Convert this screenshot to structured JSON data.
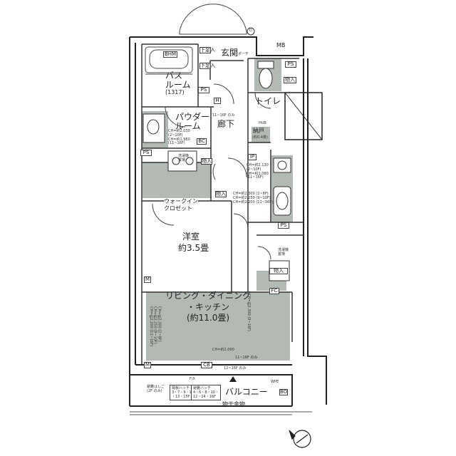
{
  "rooms": {
    "genkan": "玄関",
    "bath": "バス\nルーム",
    "bath_size": "(1317)",
    "powder": "パウダー\nルーム",
    "toilet": "トイレ",
    "hallway": "廊下",
    "western": "洋室",
    "western_size": "約3.5畳",
    "ldk": "リビング・ダイニング\n・キッチン",
    "ldk_size": "(約11.0畳)",
    "balcony": "バルコニー",
    "walkin": "ウォークイン\nクロゼット",
    "storage": "納戸",
    "storage_size": "(約0.4畳)"
  },
  "tags": {
    "bhm": "BHM",
    "mb": "MB",
    "ps": "PS",
    "h": "H",
    "bc": "BC",
    "m": "M",
    "cb": "CB",
    "fc": "FC",
    "d": "D",
    "ip": "IP",
    "hub": "HUB",
    "shoebox1": "下足入",
    "shoebox2": "下足入",
    "closet": "物入",
    "wpe": "WPE",
    "bo": "BO",
    "fx": "F/X",
    "washer": "洗濯機\n置場",
    "washer2": "洗濯機\n置場",
    "outdoor_stuff": "物干金物",
    "sunken": "ポーチ"
  },
  "notes": {
    "ch_powder": "CH=約2,030\n(2~10F)\nCH=約1,980\n(11~16F)",
    "ch_hall": "CH=約2,130\n(2~10F)\nCH=約2,080\n(11~16F)",
    "ch_closet": "CH=約2,300 (2~8F)\nCH=約2,250 (9~10F)\nCH=約2,200 (11~16F)",
    "ch_ldk": "CH=約2,090",
    "ch_ldk_left": "CH=約2,300 (2~8F)\nCH=約2,250 (9~10F)\nCH=約2,200 (11~16F)",
    "ch_ldk_right": "CH=約2,300 (9~16F)",
    "balcony_note1": "避難はしご\n(2F のみ)",
    "balcony_note2": "隔板ハッチ\n3・7・9・11\n・13・15F",
    "balcony_note3": "避難ハッチ\n4・6・8・10・\n12・14・16F",
    "floor_note1": "11~16F のみ",
    "floor_note2": "11~16F のみ",
    "floor_note3": "12~16F のみ"
  }
}
